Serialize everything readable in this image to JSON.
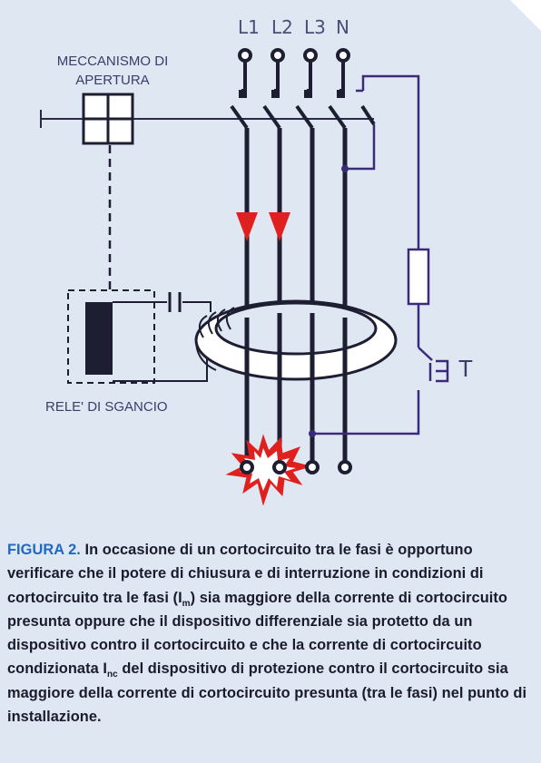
{
  "diagram": {
    "phase_labels": [
      "L1",
      "L2",
      "L3",
      "N"
    ],
    "mechanism_label_line1": "MECCANISMO DI",
    "mechanism_label_line2": "APERTURA",
    "relay_label": "RELE' DI SGANCIO",
    "test_label": "T",
    "colors": {
      "conductor": "#1e1e32",
      "control_wire": "#3a2a78",
      "arrow": "#e0201e",
      "spark": "#e0201e"
    }
  },
  "caption": {
    "figure_label": "FIGURA 2.",
    "text_1": " In occasione di un cortocircuito tra le fasi è opportuno verificare che il potere di chiusura e di interruzione in condizioni di cortocircuito tra le fasi (I",
    "sub_1": "m",
    "text_2": ") sia maggiore della corrente di cortocircuito presunta oppure che il dispositivo differenziale sia protetto da un dispositivo contro il cortocircuito e che la corrente di cortocircuito condizionata I",
    "sub_2": "nc",
    "text_3": " del dispositivo di protezione contro il cortocircuito sia maggiore della corrente di cortocircuito presunta (tra le fasi) nel punto di installazione."
  }
}
